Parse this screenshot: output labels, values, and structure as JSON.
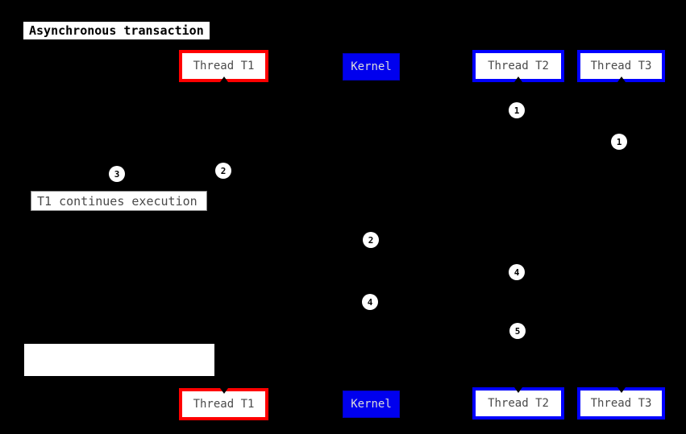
{
  "colors": {
    "background": "#000000",
    "red_accent": "#FF0000",
    "blue_accent": "#0000FF",
    "participant_text": "#4A4A4A",
    "kernel_text": "#DDDDDD",
    "marker_fill": "#FFFFFF",
    "marker_text": "#000000",
    "note_background": "#FFFFFF"
  },
  "title": {
    "text": "Asynchronous transaction"
  },
  "participants": [
    {
      "label": "Thread T1",
      "style": "red-outline"
    },
    {
      "label": "Kernel",
      "style": "blue-filled"
    },
    {
      "label": "Thread T2",
      "style": "blue-outline"
    },
    {
      "label": "Thread T3",
      "style": "blue-outline"
    }
  ],
  "notes": {
    "t1_note": "T1 continues execution",
    "blank_note": ""
  },
  "step_markers": [
    {
      "step": "1"
    },
    {
      "step": "1"
    },
    {
      "step": "2"
    },
    {
      "step": "3"
    },
    {
      "step": "2"
    },
    {
      "step": "4"
    },
    {
      "step": "4"
    },
    {
      "step": "5"
    }
  ]
}
